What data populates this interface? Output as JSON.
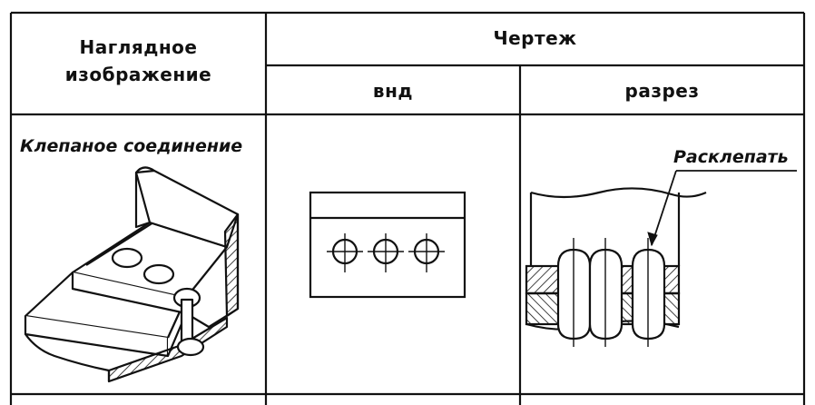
{
  "table": {
    "header_visual_line1": "Наглядное",
    "header_visual_line2": "изображение",
    "header_drawing": "Чертеж",
    "header_view": "внд",
    "header_section": "разрез"
  },
  "row": {
    "caption": "Клепаное соединение",
    "callout": "Расклепать"
  }
}
